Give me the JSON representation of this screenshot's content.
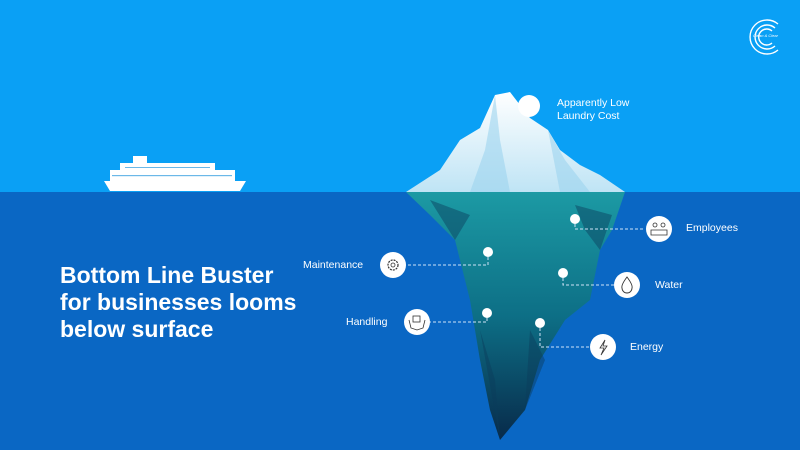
{
  "brand": {
    "logo_text": "Clean & Clear"
  },
  "headline": "Bottom Line Buster for businesses looms below surface",
  "tip_label": "Apparently Low Laundry Cost",
  "hidden_costs": [
    {
      "label": "Employees",
      "icon": "people-icon"
    },
    {
      "label": "Maintenance",
      "icon": "gear-icon"
    },
    {
      "label": "Water",
      "icon": "water-drop-icon"
    },
    {
      "label": "Handling",
      "icon": "hands-box-icon"
    },
    {
      "label": "Energy",
      "icon": "lightning-icon"
    }
  ],
  "colors": {
    "sky": "#0aa0f5",
    "sea": "#0a67c4",
    "ice_top": "#ffffff",
    "ice_under": "#1a9aa6"
  }
}
